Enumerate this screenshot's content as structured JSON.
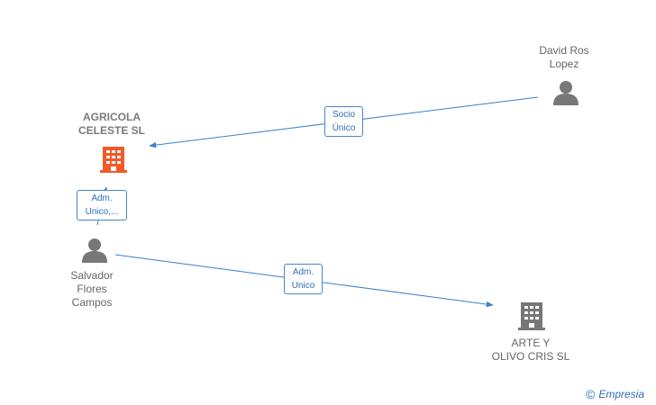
{
  "nodes": {
    "agricola": {
      "label": "AGRICOLA\nCELESTE  SL",
      "icon": "building-icon",
      "color": "#f05a28"
    },
    "arte": {
      "label": "ARTE Y\nOLIVO CRIS  SL",
      "icon": "building-icon",
      "color": "#777777"
    },
    "david": {
      "label": "David Ros\nLopez",
      "icon": "person-icon",
      "color": "#777777"
    },
    "salvador": {
      "label": "Salvador\nFlores\nCampos",
      "icon": "person-icon",
      "color": "#777777"
    }
  },
  "edges": {
    "david_agricola": {
      "label": "Socio\nÚnico"
    },
    "salvador_agricola": {
      "label": "Adm.\nUnico,..."
    },
    "salvador_arte": {
      "label": "Adm.\nUnico"
    }
  },
  "colors": {
    "edge": "#3b7fcf"
  },
  "brand": {
    "symbol": "©",
    "name": "Empresia"
  }
}
